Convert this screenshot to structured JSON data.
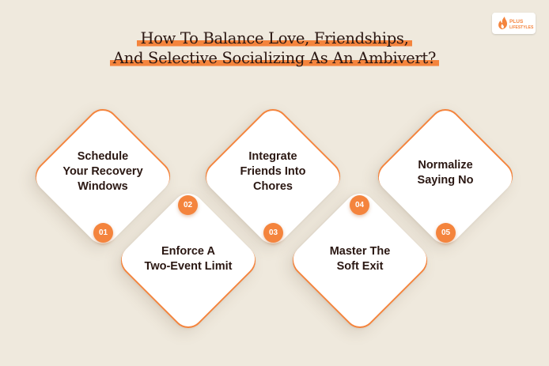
{
  "title": {
    "line1": "How To Balance Love, Friendships,",
    "line2": "And Selective Socializing As An Ambivert?"
  },
  "logo": {
    "line1": "PLUS",
    "line2": "LIFESTYLES"
  },
  "steps": [
    {
      "number": "01",
      "label": "Schedule\nYour Recovery\nWindows"
    },
    {
      "number": "02",
      "label": "Enforce A\nTwo-Event Limit"
    },
    {
      "number": "03",
      "label": "Integrate\nFriends Into\nChores"
    },
    {
      "number": "04",
      "label": "Master The\nSoft Exit"
    },
    {
      "number": "05",
      "label": "Normalize\nSaying No"
    }
  ],
  "colors": {
    "accent": "#f4843d",
    "background": "#efe9dd",
    "text": "#2a1712"
  }
}
